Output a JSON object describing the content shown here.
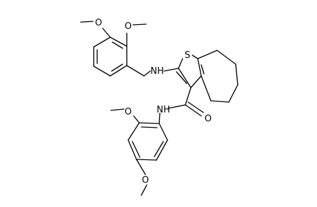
{
  "labels": {
    "sulfur": "S",
    "amine_nh": "NH",
    "amide_nh": "NH",
    "carbonyl_o": "O",
    "methoxy_1": "O",
    "methoxy_2": "O",
    "methoxy_3": "O",
    "methoxy_4": "O"
  },
  "colors": {
    "bond": "#000000",
    "atom_text": "#000000",
    "background": "#ffffff"
  }
}
